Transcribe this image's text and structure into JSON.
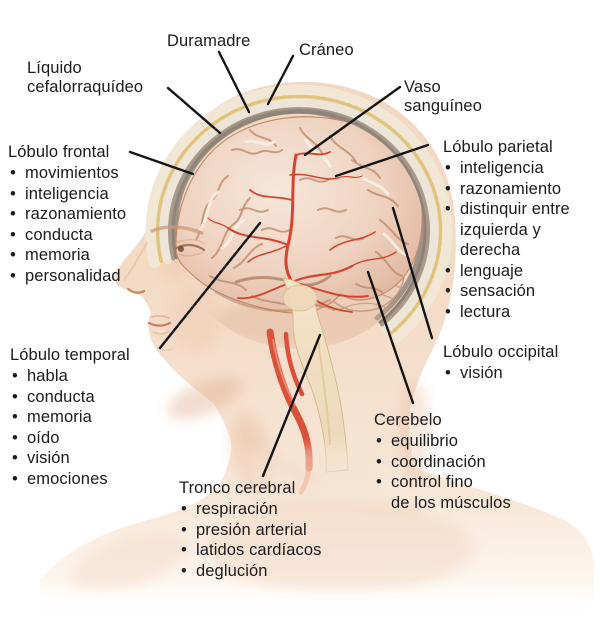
{
  "figure": {
    "subject": "brain-side-anatomy-diagram",
    "language": "es"
  },
  "colors": {
    "text": "#1b1b1b",
    "leader_line": "#141414",
    "skin": "#f3dac5",
    "skull_bone_yellow": "#dfc37e",
    "dura_gray": "#a89a8b",
    "brain_pink": "#eed3c2",
    "artery_red": "#d8432f",
    "brainstem_cream": "#f2e0c5"
  },
  "labels": {
    "duramadre": "Duramadre",
    "craneo": "Cráneo",
    "liquido_cefalorraquideo": "Líquido\ncefalorraquídeo",
    "vaso_sanguineo": "Vaso\nsanguíneo"
  },
  "regions": {
    "lobulo_frontal": {
      "title": "Lóbulo frontal",
      "functions": [
        "movimientos",
        "inteligencia",
        "razonamiento",
        "conducta",
        "memoria",
        "personalidad"
      ]
    },
    "lobulo_parietal": {
      "title": "Lóbulo parietal",
      "functions": [
        "inteligencia",
        "razonamiento",
        "distinquir entre\nizquierda y\nderecha",
        "lenguaje",
        "sensación",
        "lectura"
      ]
    },
    "lobulo_temporal": {
      "title": "Lóbulo temporal",
      "functions": [
        "habla",
        "conducta",
        "memoria",
        "oído",
        "visión",
        "emociones"
      ]
    },
    "lobulo_occipital": {
      "title": "Lóbulo occipital",
      "functions": [
        "visión"
      ]
    },
    "cerebelo": {
      "title": "Cerebelo",
      "functions": [
        "equilibrio",
        "coordinación",
        "control fino\nde los músculos"
      ]
    },
    "tronco_cerebral": {
      "title": "Tronco cerebral",
      "functions": [
        "respiración",
        "presión arterial",
        "latidos cardíacos",
        "deglución"
      ]
    }
  }
}
